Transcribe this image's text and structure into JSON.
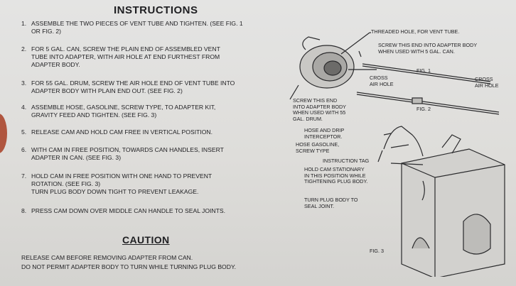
{
  "title": "INSTRUCTIONS",
  "steps": [
    {
      "num": "1.",
      "lines": [
        "ASSEMBLE THE TWO PIECES OF VENT TUBE AND TIGHTEN. (SEE FIG. 1",
        "OR FIG. 2)"
      ]
    },
    {
      "num": "2.",
      "lines": [
        "FOR 5 GAL. CAN, SCREW THE PLAIN END OF ASSEMBLED VENT",
        "TUBE INTO ADAPTER, WITH AIR HOLE AT END FURTHEST FROM",
        "ADAPTER BODY."
      ]
    },
    {
      "num": "3.",
      "lines": [
        "FOR 55 GAL. DRUM, SCREW THE AIR HOLE END OF VENT TUBE INTO",
        "ADAPTER BODY WITH PLAIN END OUT. (SEE FIG. 2)"
      ]
    },
    {
      "num": "4.",
      "lines": [
        "ASSEMBLE HOSE, GASOLINE, SCREW TYPE, TO ADAPTER KIT,",
        "GRAVITY FEED AND TIGHTEN. (SEE FIG. 3)"
      ]
    },
    {
      "num": "5.",
      "lines": [
        "RELEASE CAM AND HOLD CAM FREE IN VERTICAL POSITION."
      ]
    },
    {
      "num": "6.",
      "lines": [
        "WITH CAM IN FREE POSITION, TOWARDS CAN HANDLES, INSERT",
        "ADAPTER IN CAN. (SEE FIG. 3)"
      ]
    },
    {
      "num": "7.",
      "lines": [
        "HOLD CAM IN FREE POSITION WITH ONE HAND TO PREVENT",
        "ROTATION. (SEE FIG. 3)",
        "TURN PLUG BODY DOWN TIGHT TO PREVENT LEAKAGE."
      ]
    },
    {
      "num": "8.",
      "lines": [
        "PRESS CAM DOWN OVER MIDDLE CAN HANDLE TO SEAL JOINTS."
      ]
    }
  ],
  "caution": {
    "title": "CAUTION",
    "lines": [
      "RELEASE CAM BEFORE REMOVING ADAPTER FROM CAN.",
      "DO NOT PERMIT ADAPTER BODY TO TURN WHILE TURNING PLUG BODY."
    ]
  },
  "diagram": {
    "threaded_hole": "THREADED HOLE, FOR VENT TUBE.",
    "screw_5gal": [
      "SCREW THIS END INTO ADAPTER BODY",
      "WHEN USED WITH 5 GAL. CAN."
    ],
    "fig1": "FIG. 1",
    "cross_air_hole_left": [
      "CROSS",
      "AIR HOLE"
    ],
    "cross_air_hole_right": [
      "CROSS",
      "AIR HOLE"
    ],
    "screw_55gal": [
      "SCREW THIS END",
      "INTO ADAPTER BODY",
      "WHEN USED WITH 55",
      "GAL. DRUM."
    ],
    "fig2": "FIG. 2",
    "hose_drip": [
      "HOSE AND DRIP",
      "INTERCEPTOR."
    ],
    "hose_gasoline": [
      "HOSE GASOLINE,",
      "SCREW TYPE"
    ],
    "instruction_tag": "INSTRUCTION TAG",
    "hold_cam": [
      "HOLD CAM STATIONARY",
      "IN THIS POSITION WHILE",
      "TIGHTENING PLUG BODY."
    ],
    "turn_plug": [
      "TURN PLUG BODY TO",
      "SEAL JOINT."
    ],
    "fig3": "FIG. 3"
  }
}
